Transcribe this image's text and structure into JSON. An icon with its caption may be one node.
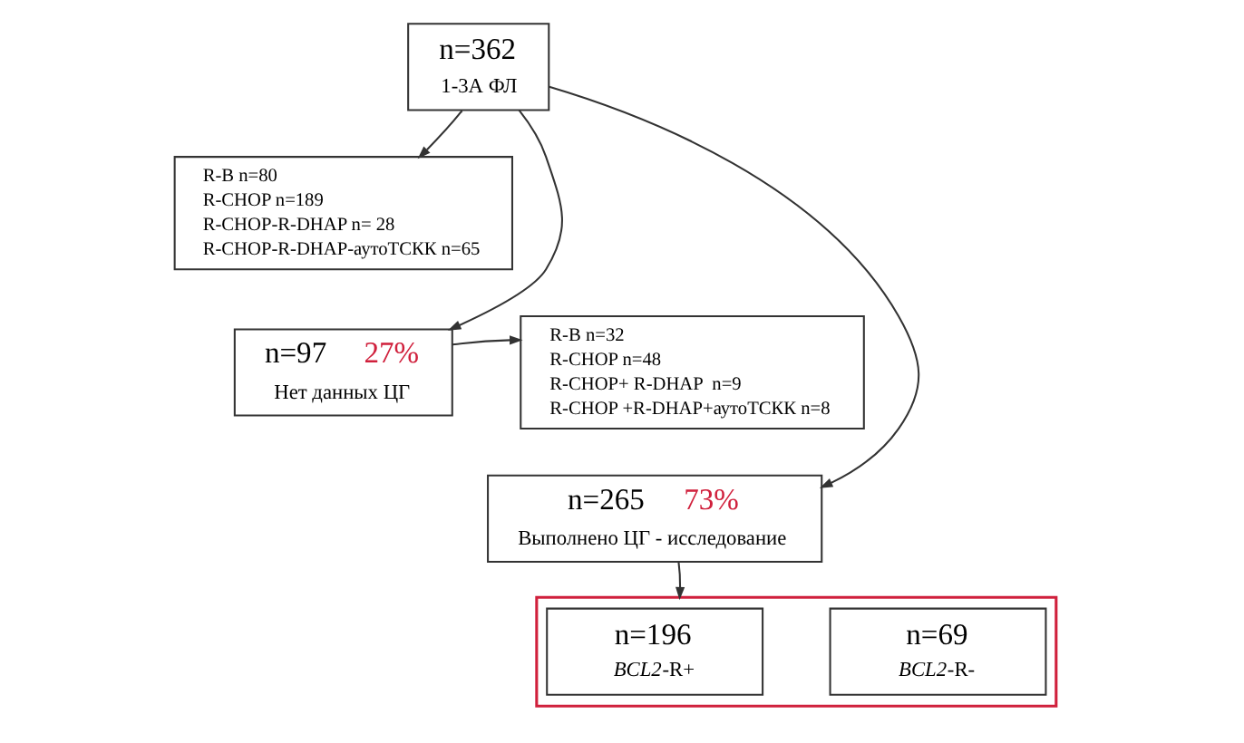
{
  "diagram": {
    "nodes": [
      {
        "text": [
          "n=362",
          "1-3А ФЛ"
        ]
      },
      {
        "text": [
          "R-B n=80",
          "R-CHOP n=189",
          "R-CHOP-R-DHAP n= 28",
          "R-CHOP-R-DHAP-аутоТСКК n=65"
        ]
      },
      {
        "text": [
          "n=97",
          "27%",
          "Нет данных ЦГ"
        ]
      },
      {
        "text": [
          "R-B n=32",
          "R-CHOP n=48",
          "R-CHOP+ R-DHAP  n=9",
          "R-CHOP +R-DHAP+аутоТСКК n=8"
        ]
      },
      {
        "text": [
          "n=265",
          "73%",
          "Выполнено ЦГ - исследование"
        ]
      },
      {
        "text": [],
        "shape": "box"
      },
      {
        "text": [
          "n=196",
          "*BCL2*-R+"
        ],
        "in": 5
      },
      {
        "text": [
          "n=69",
          "*BCL2*-R-"
        ],
        "in": 5
      }
    ],
    "edges": [
      {
        "from": 0,
        "to": 1,
        "arrow": "to"
      },
      {
        "from": 0,
        "to": 2,
        "arrow": "to"
      },
      {
        "from": 2,
        "to": 3,
        "arrow": "to"
      },
      {
        "from": 0,
        "to": 4,
        "arrow": "to"
      },
      {
        "from": 4,
        "to": 5,
        "arrow": "to"
      }
    ]
  }
}
